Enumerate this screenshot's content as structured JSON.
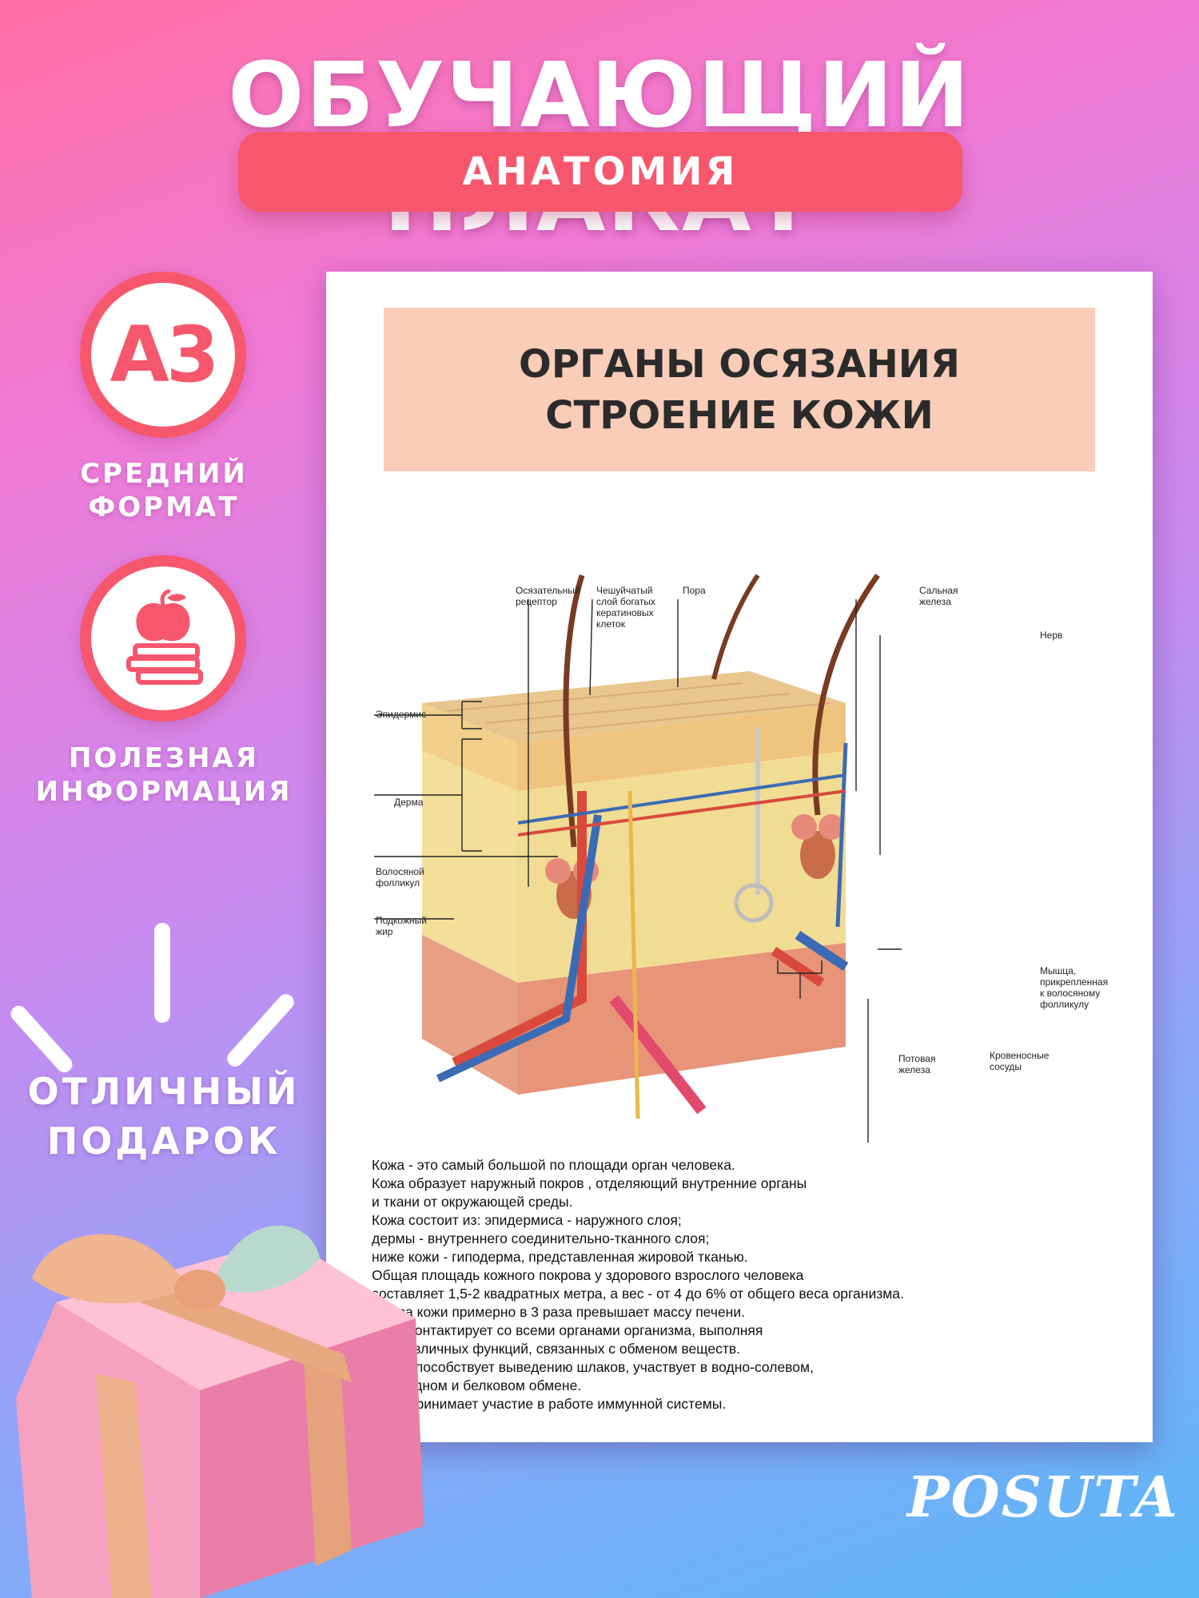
{
  "header": {
    "title": "ОБУЧАЮЩИЙ ПЛАКАТ",
    "subtitle": "АНАТОМИЯ"
  },
  "badges": [
    {
      "icon": "a3-badge",
      "text": "А3",
      "caption_lines": [
        "СРЕДНИЙ",
        "ФОРМАТ"
      ]
    },
    {
      "icon": "apple-books-icon",
      "caption_lines": [
        "ПОЛЕЗНАЯ",
        "ИНФОРМАЦИЯ"
      ]
    }
  ],
  "gift": {
    "icon": "gift-box-icon",
    "caption_lines": [
      "ОТЛИЧНЫЙ",
      "ПОДАРОК"
    ]
  },
  "poster": {
    "title_lines": [
      "ОРГАНЫ ОСЯЗАНИЯ",
      "СТРОЕНИЕ КОЖИ"
    ],
    "labels": {
      "receptor": [
        "Осязательный",
        "рецептор"
      ],
      "scaly_layer": [
        "Чешуйчатый",
        "слой богатых",
        "кератиновых",
        "клеток"
      ],
      "pore": [
        "Пора"
      ],
      "sebaceous": [
        "Сальная",
        "железа"
      ],
      "nerve": [
        "Нерв"
      ],
      "epidermis": [
        "Эпидермис"
      ],
      "dermis": [
        "Дерма"
      ],
      "follicle": [
        "Волосяной",
        "фолликул"
      ],
      "fat": [
        "Подкожный",
        "жир"
      ],
      "muscle": [
        "Мышца,",
        "прикрепленная",
        "к волосяному",
        "фолликулу"
      ],
      "sweat_gland": [
        "Потовая",
        "железа"
      ],
      "vessels": [
        "Кровеносные",
        "сосуды"
      ]
    },
    "body_lines": [
      "Кожа - это самый большой по площади орган человека.",
      "Кожа образует наружный покров , отделяющий внутренние органы",
      "и ткани от окружающей среды.",
      "Кожа состоит из: эпидермиса - наружного слоя;",
      "дермы - внутреннего соединительно-тканного слоя;",
      "ниже кожи - гиподерма, представленная жировой тканью.",
      "Общая площадь кожного покрова у здорового взрослого человека",
      "составляет 1,5-2 квадратных метра, а вес - от 4 до 6% от общего веса организма.",
      "Масса кожи примерно в 3 раза превышает массу печени.",
      "Кожа контактирует со всеми органами организма, выполняя",
      "ряд различных функций, связанных с обменом веществ.",
      "Кожа способствует выведению шлаков, участвует в водно-солевом,",
      "углеводном и белковом обмене.",
      "Кожа принимает участие в работе иммунной системы."
    ]
  },
  "brand": "POSUTA",
  "colors": {
    "accent": "#f6576c",
    "poster_header": "#f9cdb8"
  }
}
